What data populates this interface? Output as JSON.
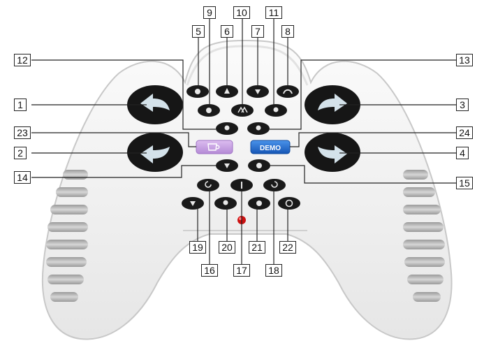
{
  "callouts": [
    "1",
    "2",
    "3",
    "4",
    "5",
    "6",
    "7",
    "8",
    "9",
    "10",
    "11",
    "12",
    "13",
    "14",
    "15",
    "16",
    "17",
    "18",
    "19",
    "20",
    "21",
    "22",
    "23",
    "24"
  ],
  "demo_label": "DEMO",
  "colors": {
    "body": "#f2f2f2",
    "button": "#1a1a1a",
    "arrow": "#cfe0ea",
    "grip": "#bdbdbd",
    "demo_button": "#1f6fd1",
    "pink_button": "#c79ce0",
    "led": "#cc1111",
    "callout_line": "#222222"
  },
  "icons": {
    "large_buttons": [
      "arrow-left-up-icon",
      "arrow-left-down-icon",
      "arrow-right-up-icon",
      "arrow-right-down-icon"
    ],
    "pink_button": "cup-icon"
  }
}
